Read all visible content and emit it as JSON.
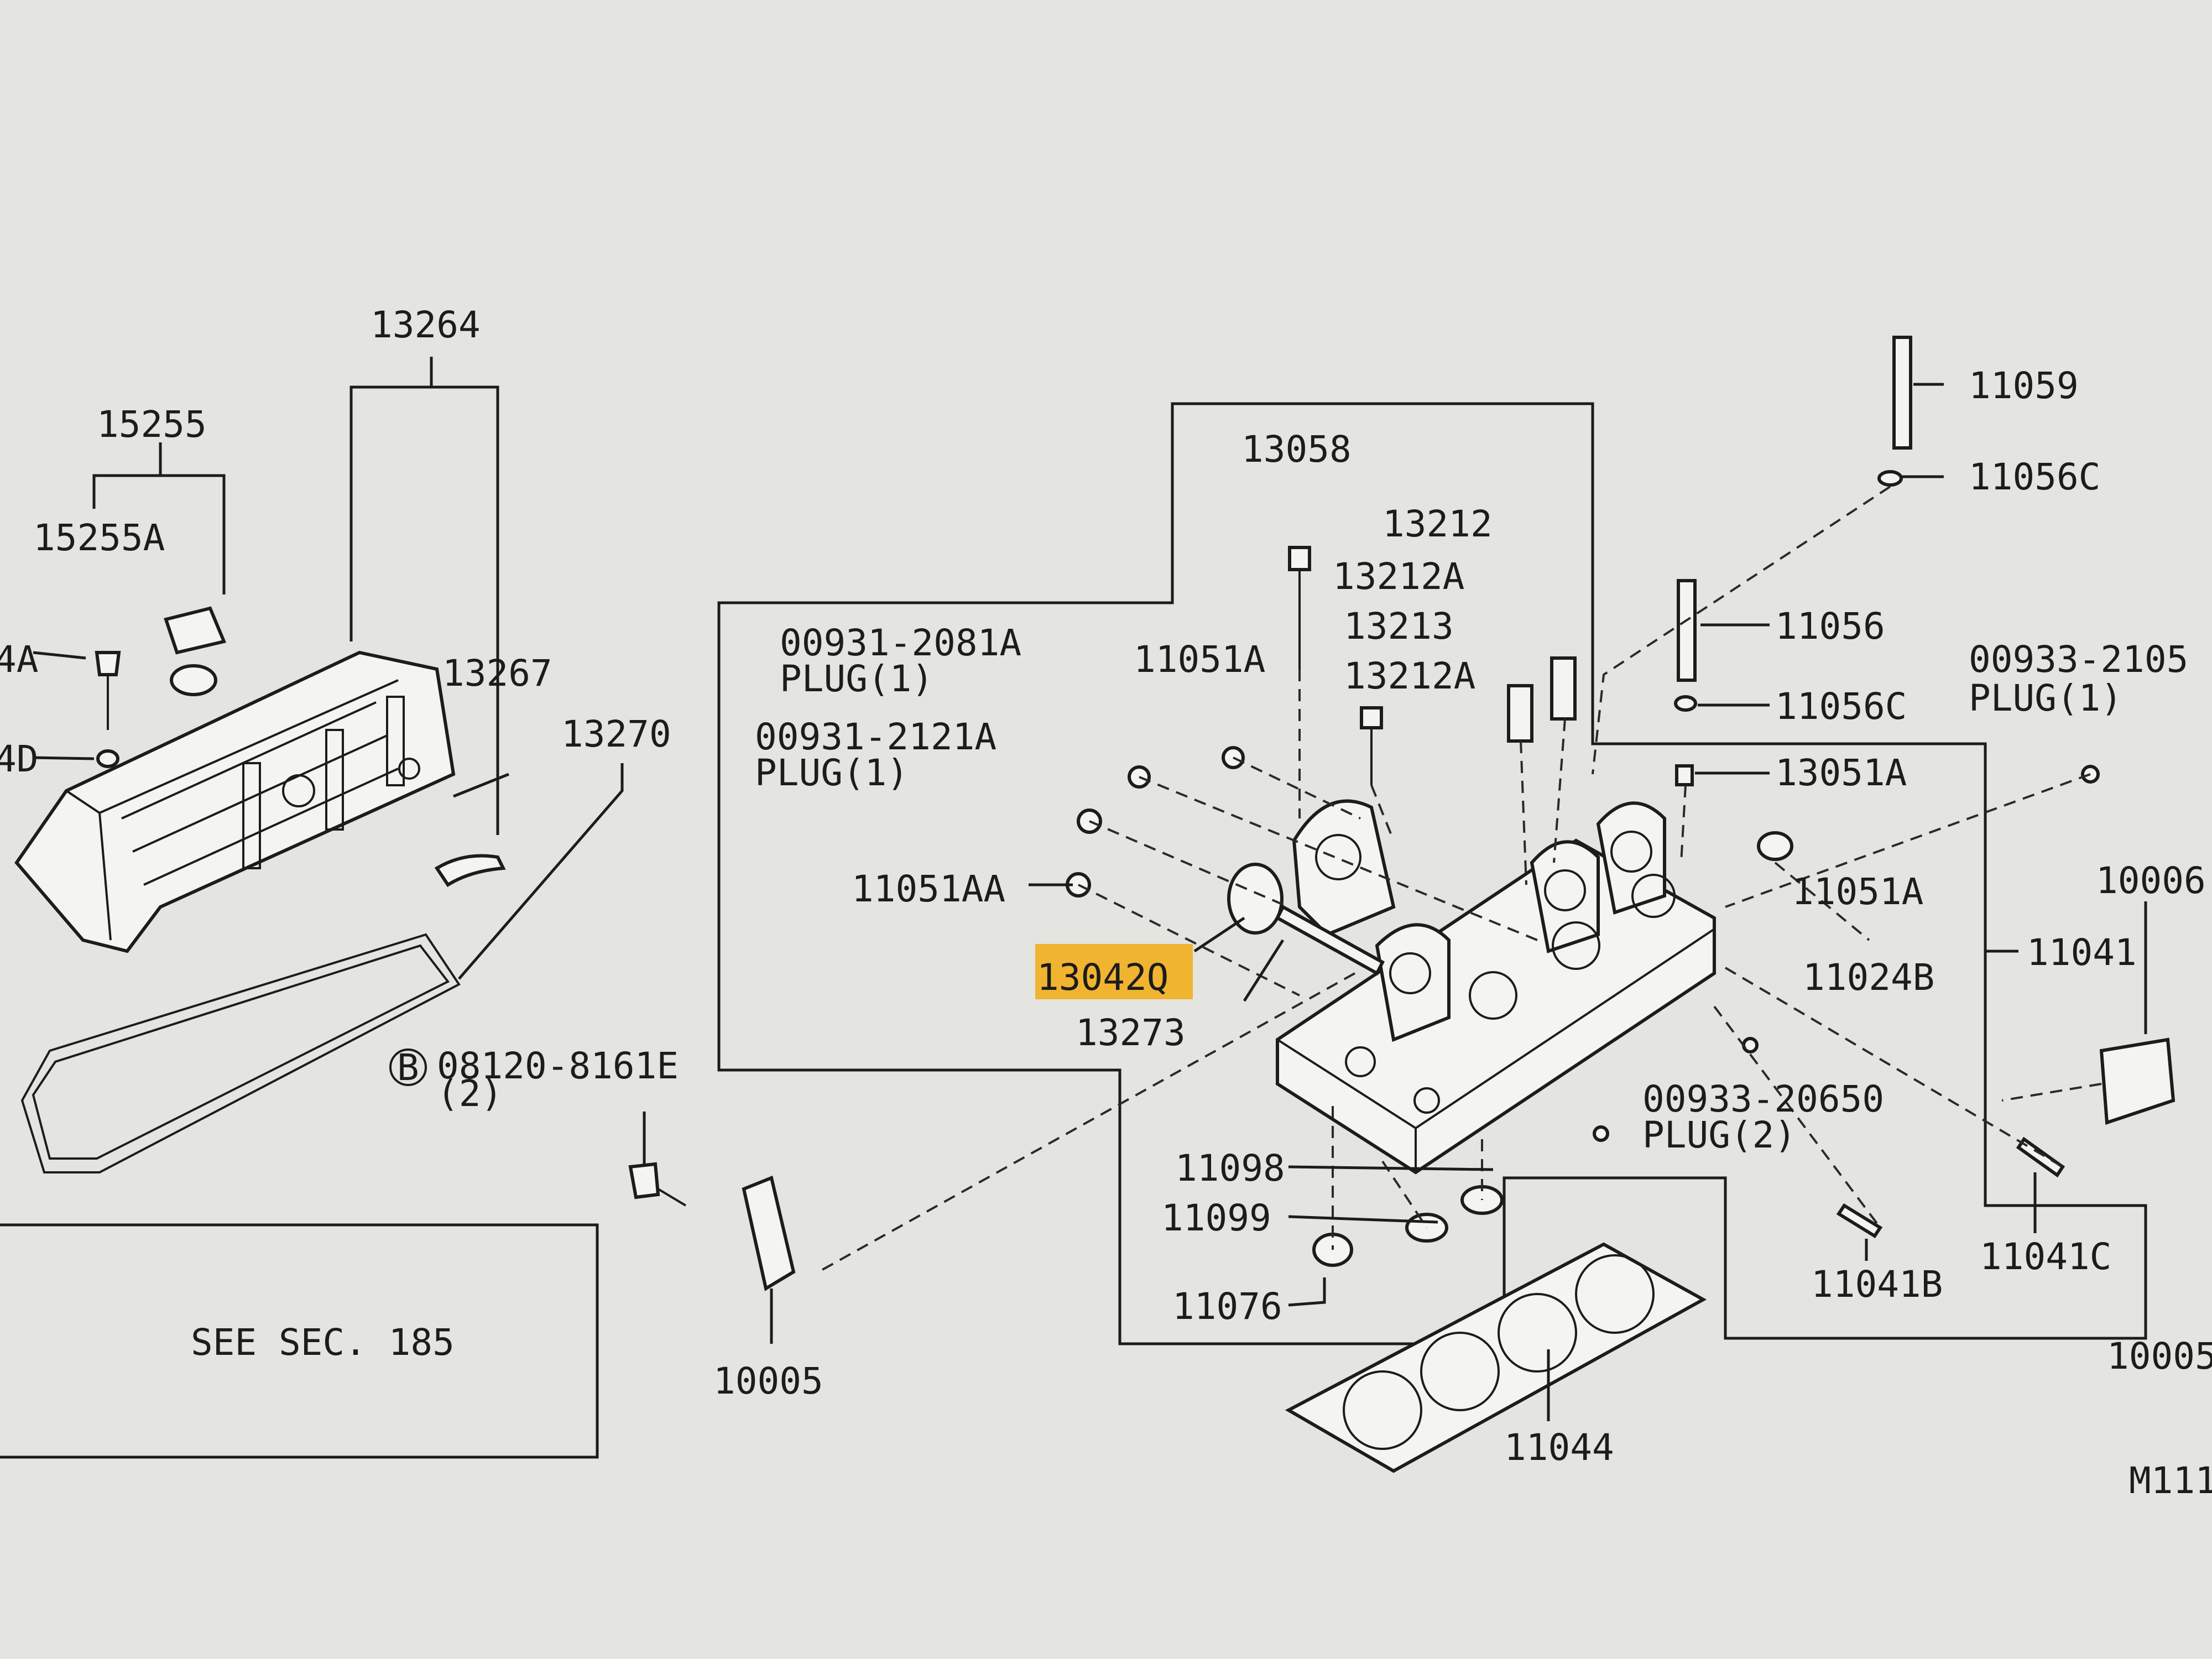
{
  "diagram": {
    "highlight_color": "#f0b431",
    "line_color": "#1c1c1c",
    "background_color": "#e4e4e0",
    "labels": {
      "p13264": "13264",
      "p15255": "15255",
      "p15255A": "15255A",
      "p4A": "4A",
      "p4D": "4D",
      "p13267": "13267",
      "p13270": "13270",
      "bolt_b": "B",
      "p08120": "08120-8161E",
      "p08120_qty": "(2)",
      "see_sec": "SEE SEC. 185",
      "p10005_left": "10005",
      "p13058": "13058",
      "p13212": "13212",
      "p13212A_1": "13212A",
      "p13213": "13213",
      "p13212A_2": "13212A",
      "p00931_2081A": "00931-2081A",
      "plug1_a": "PLUG(1)",
      "p11051A_top": "11051A",
      "p00931_2121A": "00931-2121A",
      "plug1_b": "PLUG(1)",
      "p11051AA": "11051AA",
      "p13042Q": "13042Q",
      "p13273": "13273",
      "p11059": "11059",
      "p11056C_top": "11056C",
      "p11056": "11056",
      "p11056C_mid": "11056C",
      "p13051A": "13051A",
      "p00933_2105": "00933-2105",
      "plug1_c": "PLUG(1)",
      "p11051A_right": "11051A",
      "p10006": "10006",
      "p11041": "11041",
      "p11024B": "11024B",
      "p00933_20650": "00933-20650",
      "plug2": "PLUG(2)",
      "p11098": "11098",
      "p11099": "11099",
      "p11076": "11076",
      "p11041B": "11041B",
      "p11041C": "11041C",
      "p10005_right": "10005",
      "p11044": "11044",
      "m111": "M111"
    }
  }
}
